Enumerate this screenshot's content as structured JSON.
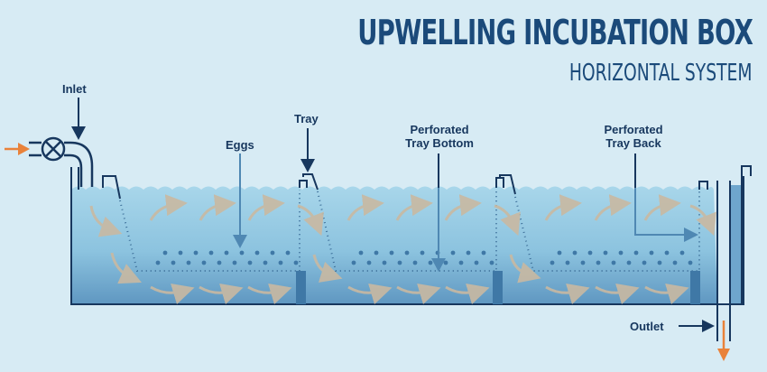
{
  "header": {
    "title": "UPWELLING INCUBATION BOX",
    "subtitle": "HORIZONTAL SYSTEM"
  },
  "labels": {
    "inlet": "Inlet",
    "eggs": "Eggs",
    "tray": "Tray",
    "perforated_tray_bottom_line1": "Perforated",
    "perforated_tray_bottom_line2": "Tray Bottom",
    "perforated_tray_back_line1": "Perforated",
    "perforated_tray_back_line2": "Tray Back",
    "outlet": "Outlet"
  },
  "colors": {
    "background": "#d7ebf4",
    "navy": "#17375e",
    "water_top": "#9fd0e6",
    "water_bottom": "#5f98c2",
    "flow_arrow": "#c9b9a2",
    "pointer_blue": "#4f88b3",
    "orange": "#e9823a",
    "egg_dot": "#3f78a6"
  }
}
